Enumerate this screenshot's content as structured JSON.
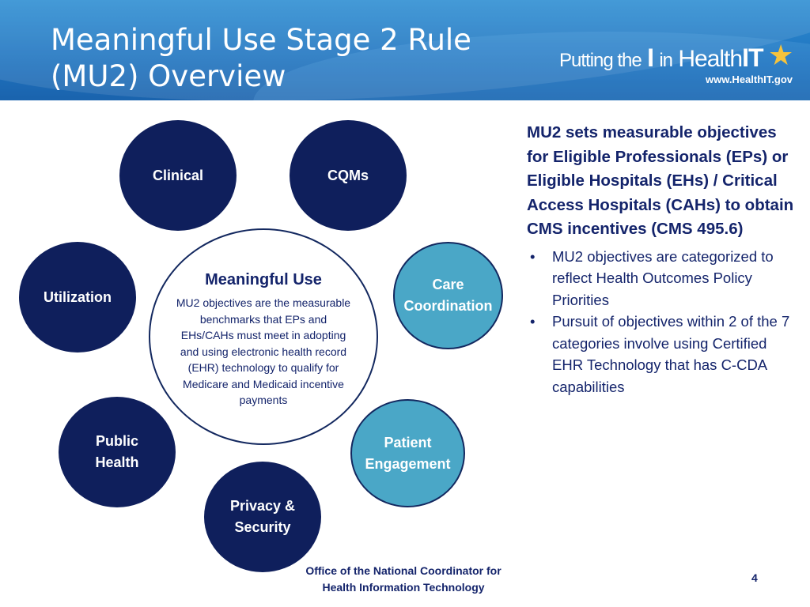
{
  "slide": {
    "title_line1": "Meaningful Use Stage 2 Rule",
    "title_line2": "(MU2) Overview"
  },
  "logo": {
    "text_part1": "Putting the",
    "text_i": "I",
    "text_in": "in",
    "text_health": "Health",
    "text_it": "IT",
    "url": "www.HealthIT.gov",
    "icon": "star-icon",
    "star_color": "#f6c33b"
  },
  "circles": {
    "clinical": "Clinical",
    "cqms": "CQMs",
    "utilization": "Utilization",
    "care_line1": "Care",
    "care_line2": "Coordination",
    "public_line1": "Public",
    "public_line2": "Health",
    "patient_line1": "Patient",
    "patient_line2": "Engagement",
    "privacy_line1": "Privacy &",
    "privacy_line2": "Security"
  },
  "center": {
    "title": "Meaningful Use",
    "body": "MU2 objectives are the measurable benchmarks that EPs and EHs/CAHs must meet in adopting and using electronic health record (EHR) technology to qualify for Medicare and Medicaid incentive payments"
  },
  "right_panel": {
    "heading": "MU2 sets measurable objectives for Eligible Professionals (EPs) or Eligible Hospitals (EHs) / Critical Access Hospitals (CAHs) to obtain CMS incentives (CMS 495.6)",
    "bullet_symbol": "•",
    "bullets": [
      "MU2 objectives are categorized to reflect Health Outcomes Policy Priorities",
      "Pursuit of objectives within 2 of the 7 categories involve using Certified EHR Technology that has C-CDA capabilities"
    ]
  },
  "footer": {
    "line1": "Office of the National Coordinator for",
    "line2": "Health Information Technology",
    "page_number": "4"
  },
  "colors": {
    "navy": "#0f1f5c",
    "teal": "#4aa7c7",
    "text_navy": "#14246b",
    "header_blue": "#1f73bf"
  }
}
